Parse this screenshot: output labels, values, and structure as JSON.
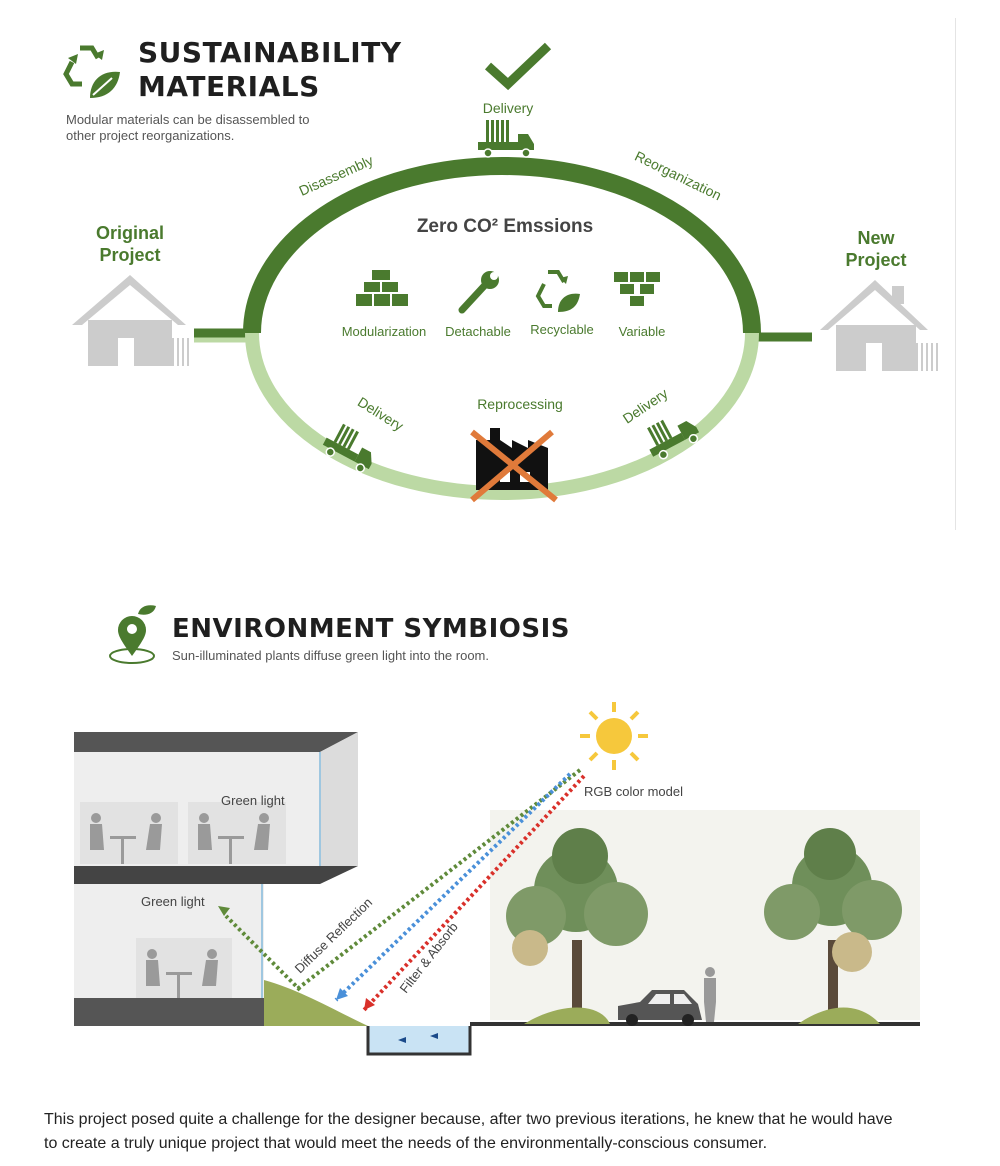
{
  "sustainability": {
    "title_line1": "SUSTAINABILITY",
    "title_line2": "MATERIALS",
    "subtitle_line1": "Modular materials can be disassembled to",
    "subtitle_line2": "other project reorganizations.",
    "original_line1": "Original",
    "original_line2": "Project",
    "new_line1": "New",
    "new_line2": "Project",
    "center_title": "Zero CO² Emssions",
    "arc_labels": {
      "top_delivery": "Delivery",
      "disassembly": "Disassembly",
      "reorganization": "Reorganization",
      "left_delivery": "Delivery",
      "right_delivery": "Delivery",
      "reprocessing": "Reprocessing"
    },
    "features": [
      {
        "label": "Modularization",
        "icon": "bricks-icon"
      },
      {
        "label": "Detachable",
        "icon": "wrench-icon"
      },
      {
        "label": "Recyclable",
        "icon": "recycle-icon"
      },
      {
        "label": "Variable",
        "icon": "blocks-icon"
      }
    ],
    "colors": {
      "dark_green": "#4a7a2e",
      "light_green": "#bcd9a4",
      "cross": "#e07a3a",
      "house": "#cccccc"
    }
  },
  "environment": {
    "title": "ENVIRONMENT SYMBIOSIS",
    "subtitle": "Sun-illuminated plants diffuse green light into the room.",
    "labels": {
      "green_light_upper": "Green light",
      "green_light_lower": "Green light",
      "rgb_model": "RGB color model",
      "diffuse_reflection": "Diffuse Reflection",
      "filter_absorb": "Filter & Absorb"
    },
    "colors": {
      "ray_green": "#5f8a3a",
      "ray_blue": "#4a90d9",
      "ray_red": "#d9302a",
      "sun": "#f6c83c"
    }
  },
  "caption": {
    "line1": "This project posed quite a challenge for the designer because, after two previous iterations, he knew that he would have",
    "line2": "to create a truly unique project that would meet the needs of the environmentally-conscious consumer."
  }
}
